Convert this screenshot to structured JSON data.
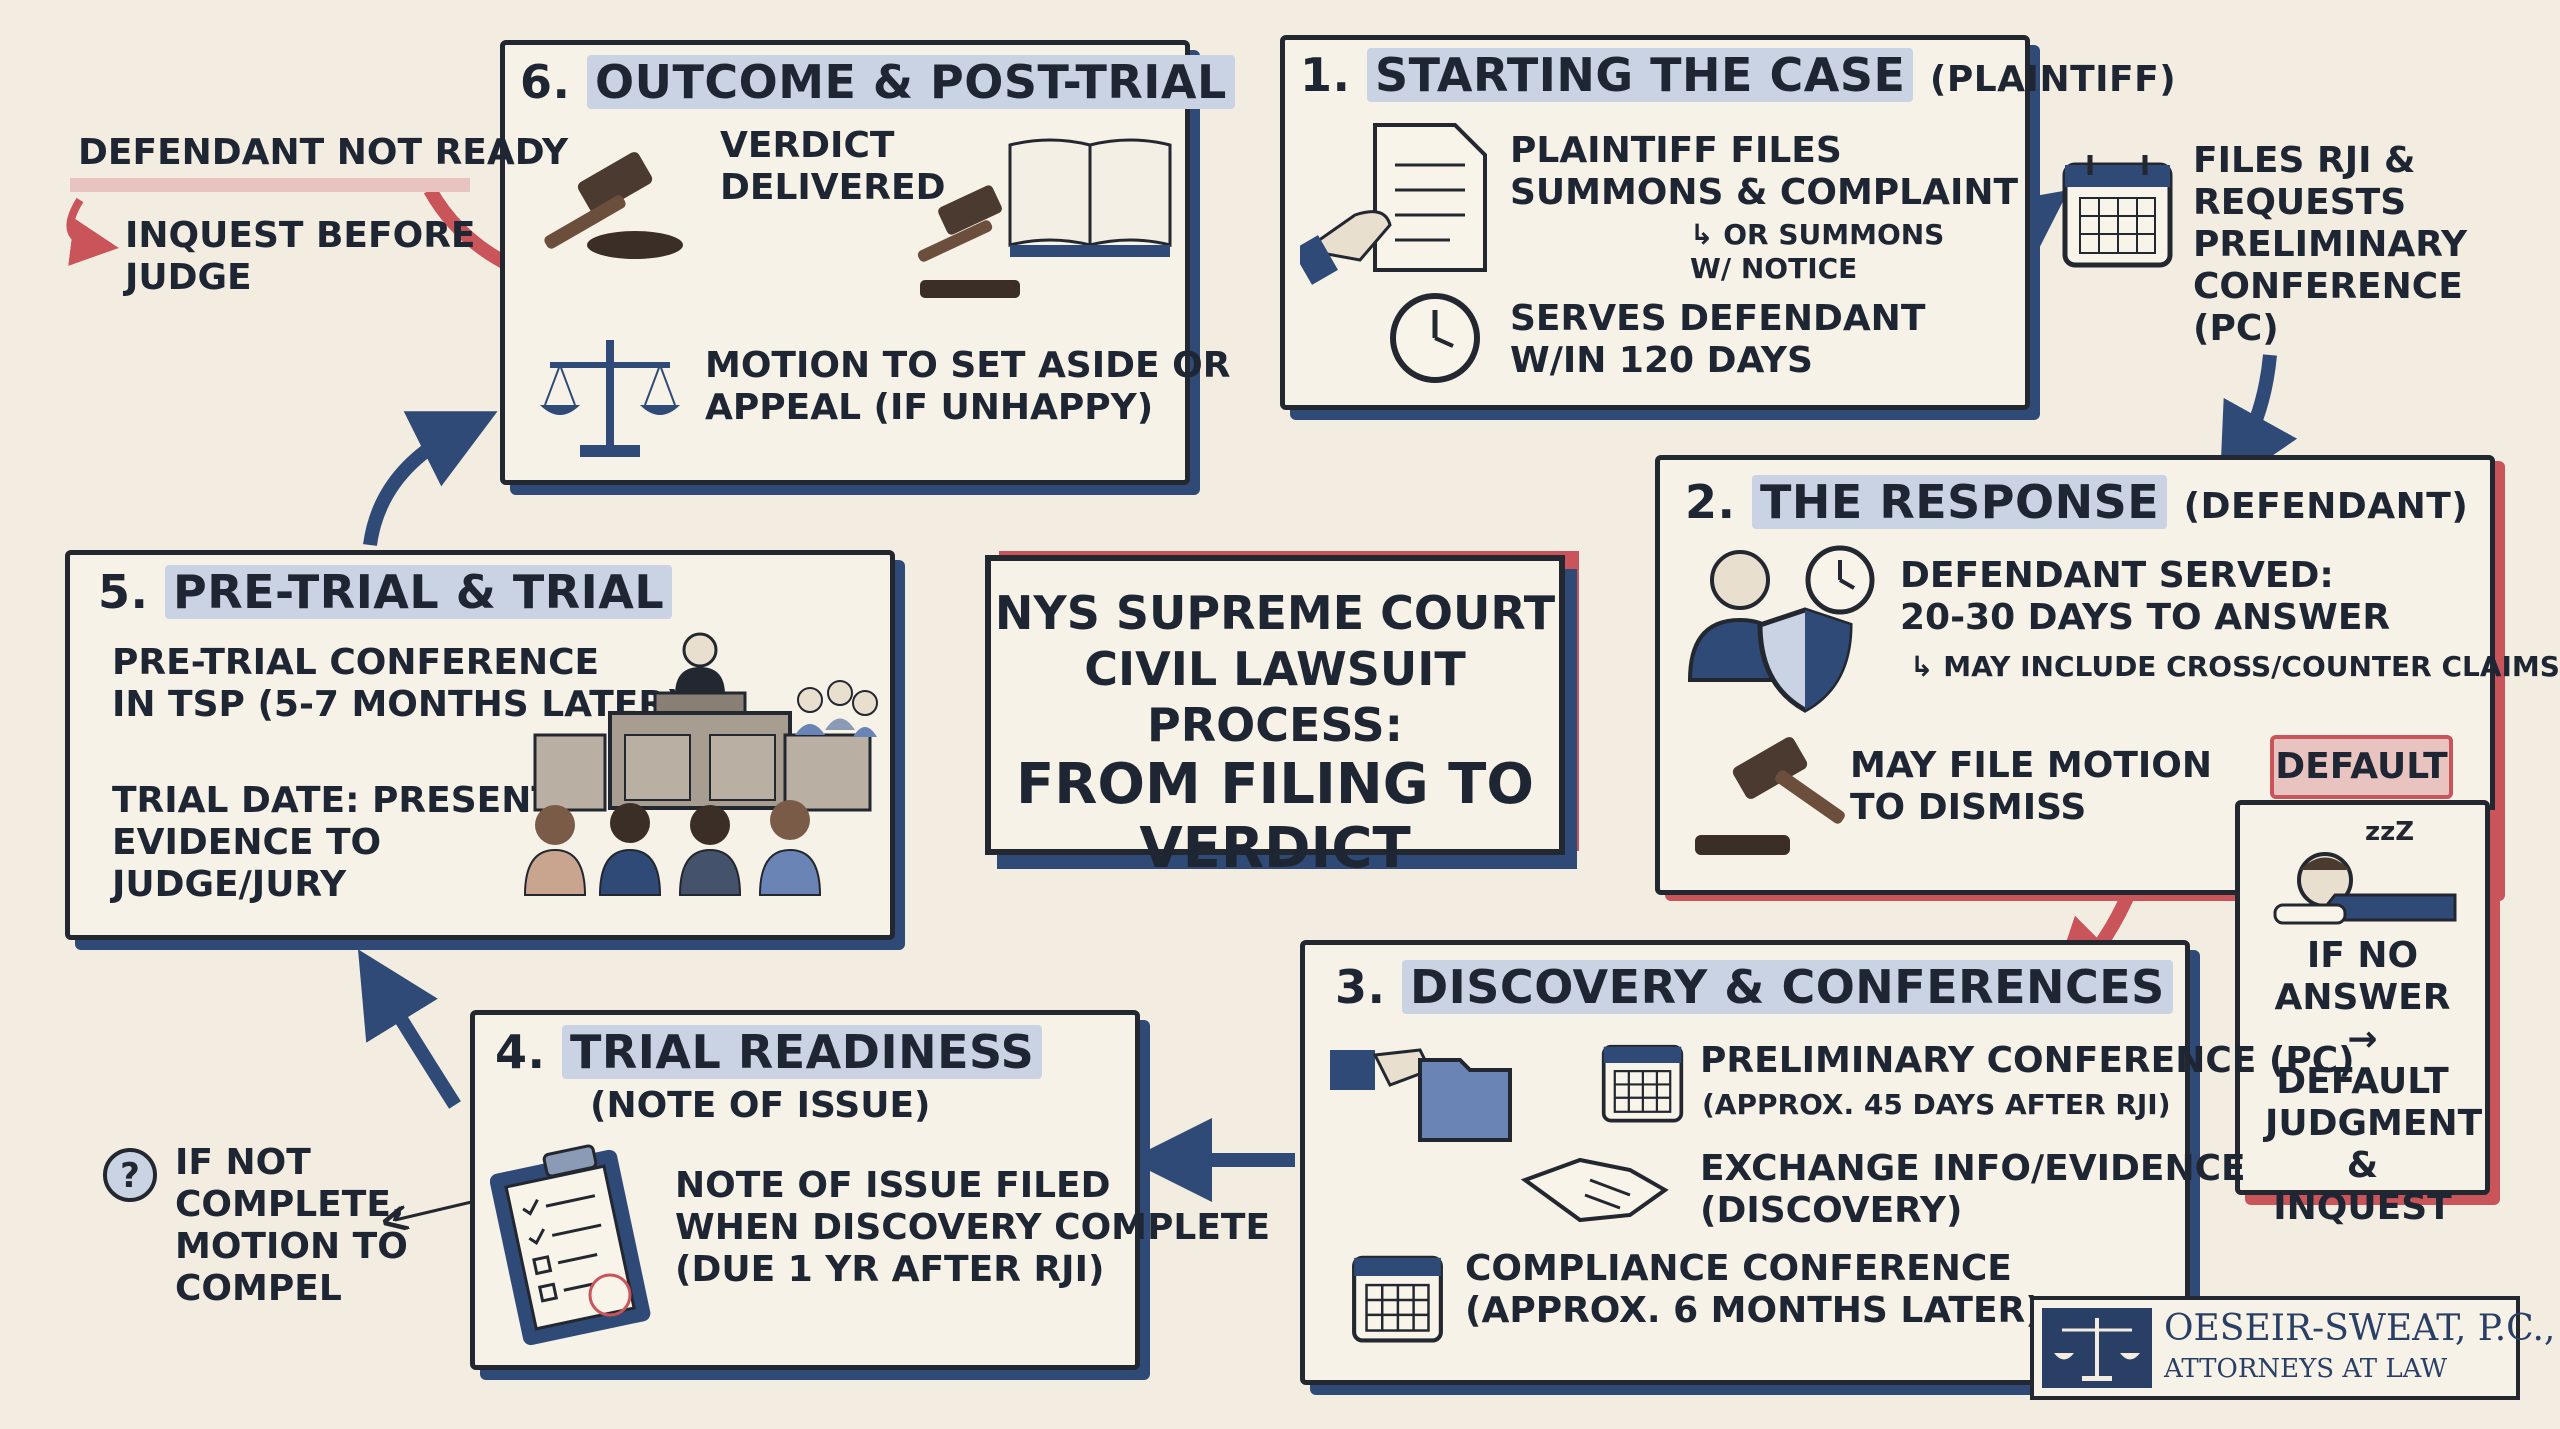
{
  "center": {
    "line1": "NYS SUPREME COURT",
    "line2": "CIVIL LAWSUIT PROCESS:",
    "line3": "FROM FILING TO",
    "line4": "VERDICT"
  },
  "step1": {
    "num": "1.",
    "title": "STARTING THE CASE",
    "sub": "(PLAINTIFF)",
    "files": "PLAINTIFF FILES\nSUMMONS & COMPLAINT",
    "or": "↳ OR SUMMONS\nW/ NOTICE",
    "serves": "SERVES DEFENDANT\nW/IN 120 DAYS",
    "rji": "FILES RJI &\nREQUESTS\nPRELIMINARY\nCONFERENCE (PC)"
  },
  "step2": {
    "num": "2.",
    "title": "THE RESPONSE",
    "sub": "(DEFENDANT)",
    "served": "DEFENDANT SERVED:\n20-30 DAYS TO ANSWER",
    "cross": "↳ MAY INCLUDE CROSS/COUNTER CLAIMS",
    "motion": "MAY FILE MOTION\nTO DISMISS",
    "default": "DEFAULT",
    "noanswer": "IF NO\nANSWER →\nDEFAULT\nJUDGMENT\n& INQUEST"
  },
  "step3": {
    "num": "3.",
    "title": "DISCOVERY & CONFERENCES",
    "pc": "PRELIMINARY CONFERENCE (PC)",
    "pc_note": "(APPROX. 45 DAYS AFTER RJI)",
    "exchange": "EXCHANGE INFO/EVIDENCE\n(DISCOVERY)",
    "compliance": "COMPLIANCE CONFERENCE\n(APPROX. 6 MONTHS LATER)"
  },
  "step4": {
    "num": "4.",
    "title": "TRIAL READINESS",
    "sub": "(NOTE OF ISSUE)",
    "filed": "NOTE OF ISSUE FILED\nWHEN DISCOVERY COMPLETE\n(DUE 1 YR AFTER RJI)",
    "compel": "IF NOT\nCOMPLETE,\nMOTION TO\nCOMPEL"
  },
  "step5": {
    "num": "5.",
    "title": "PRE-TRIAL & TRIAL",
    "pretrial": "PRE-TRIAL CONFERENCE\nIN TSP (5-7 MONTHS LATER)",
    "trial": "TRIAL DATE: PRESENT\nEVIDENCE TO\nJUDGE/JURY"
  },
  "step6": {
    "num": "6.",
    "title": "OUTCOME & POST-TRIAL",
    "verdict": "VERDICT\nDELIVERED",
    "motion": "MOTION TO SET ASIDE OR\nAPPEAL (IF UNHAPPY)"
  },
  "side": {
    "not_ready": "DEFENDANT NOT READY",
    "inquest": "INQUEST BEFORE\nJUDGE"
  },
  "logo": {
    "name": "OESEIR-SWEAT, P.C.,",
    "sub": "ATTORNEYS AT LAW"
  },
  "colors": {
    "navy": "#2f4a76",
    "red": "#c9545a",
    "ink": "#23272f",
    "paper": "#f3ede1"
  }
}
